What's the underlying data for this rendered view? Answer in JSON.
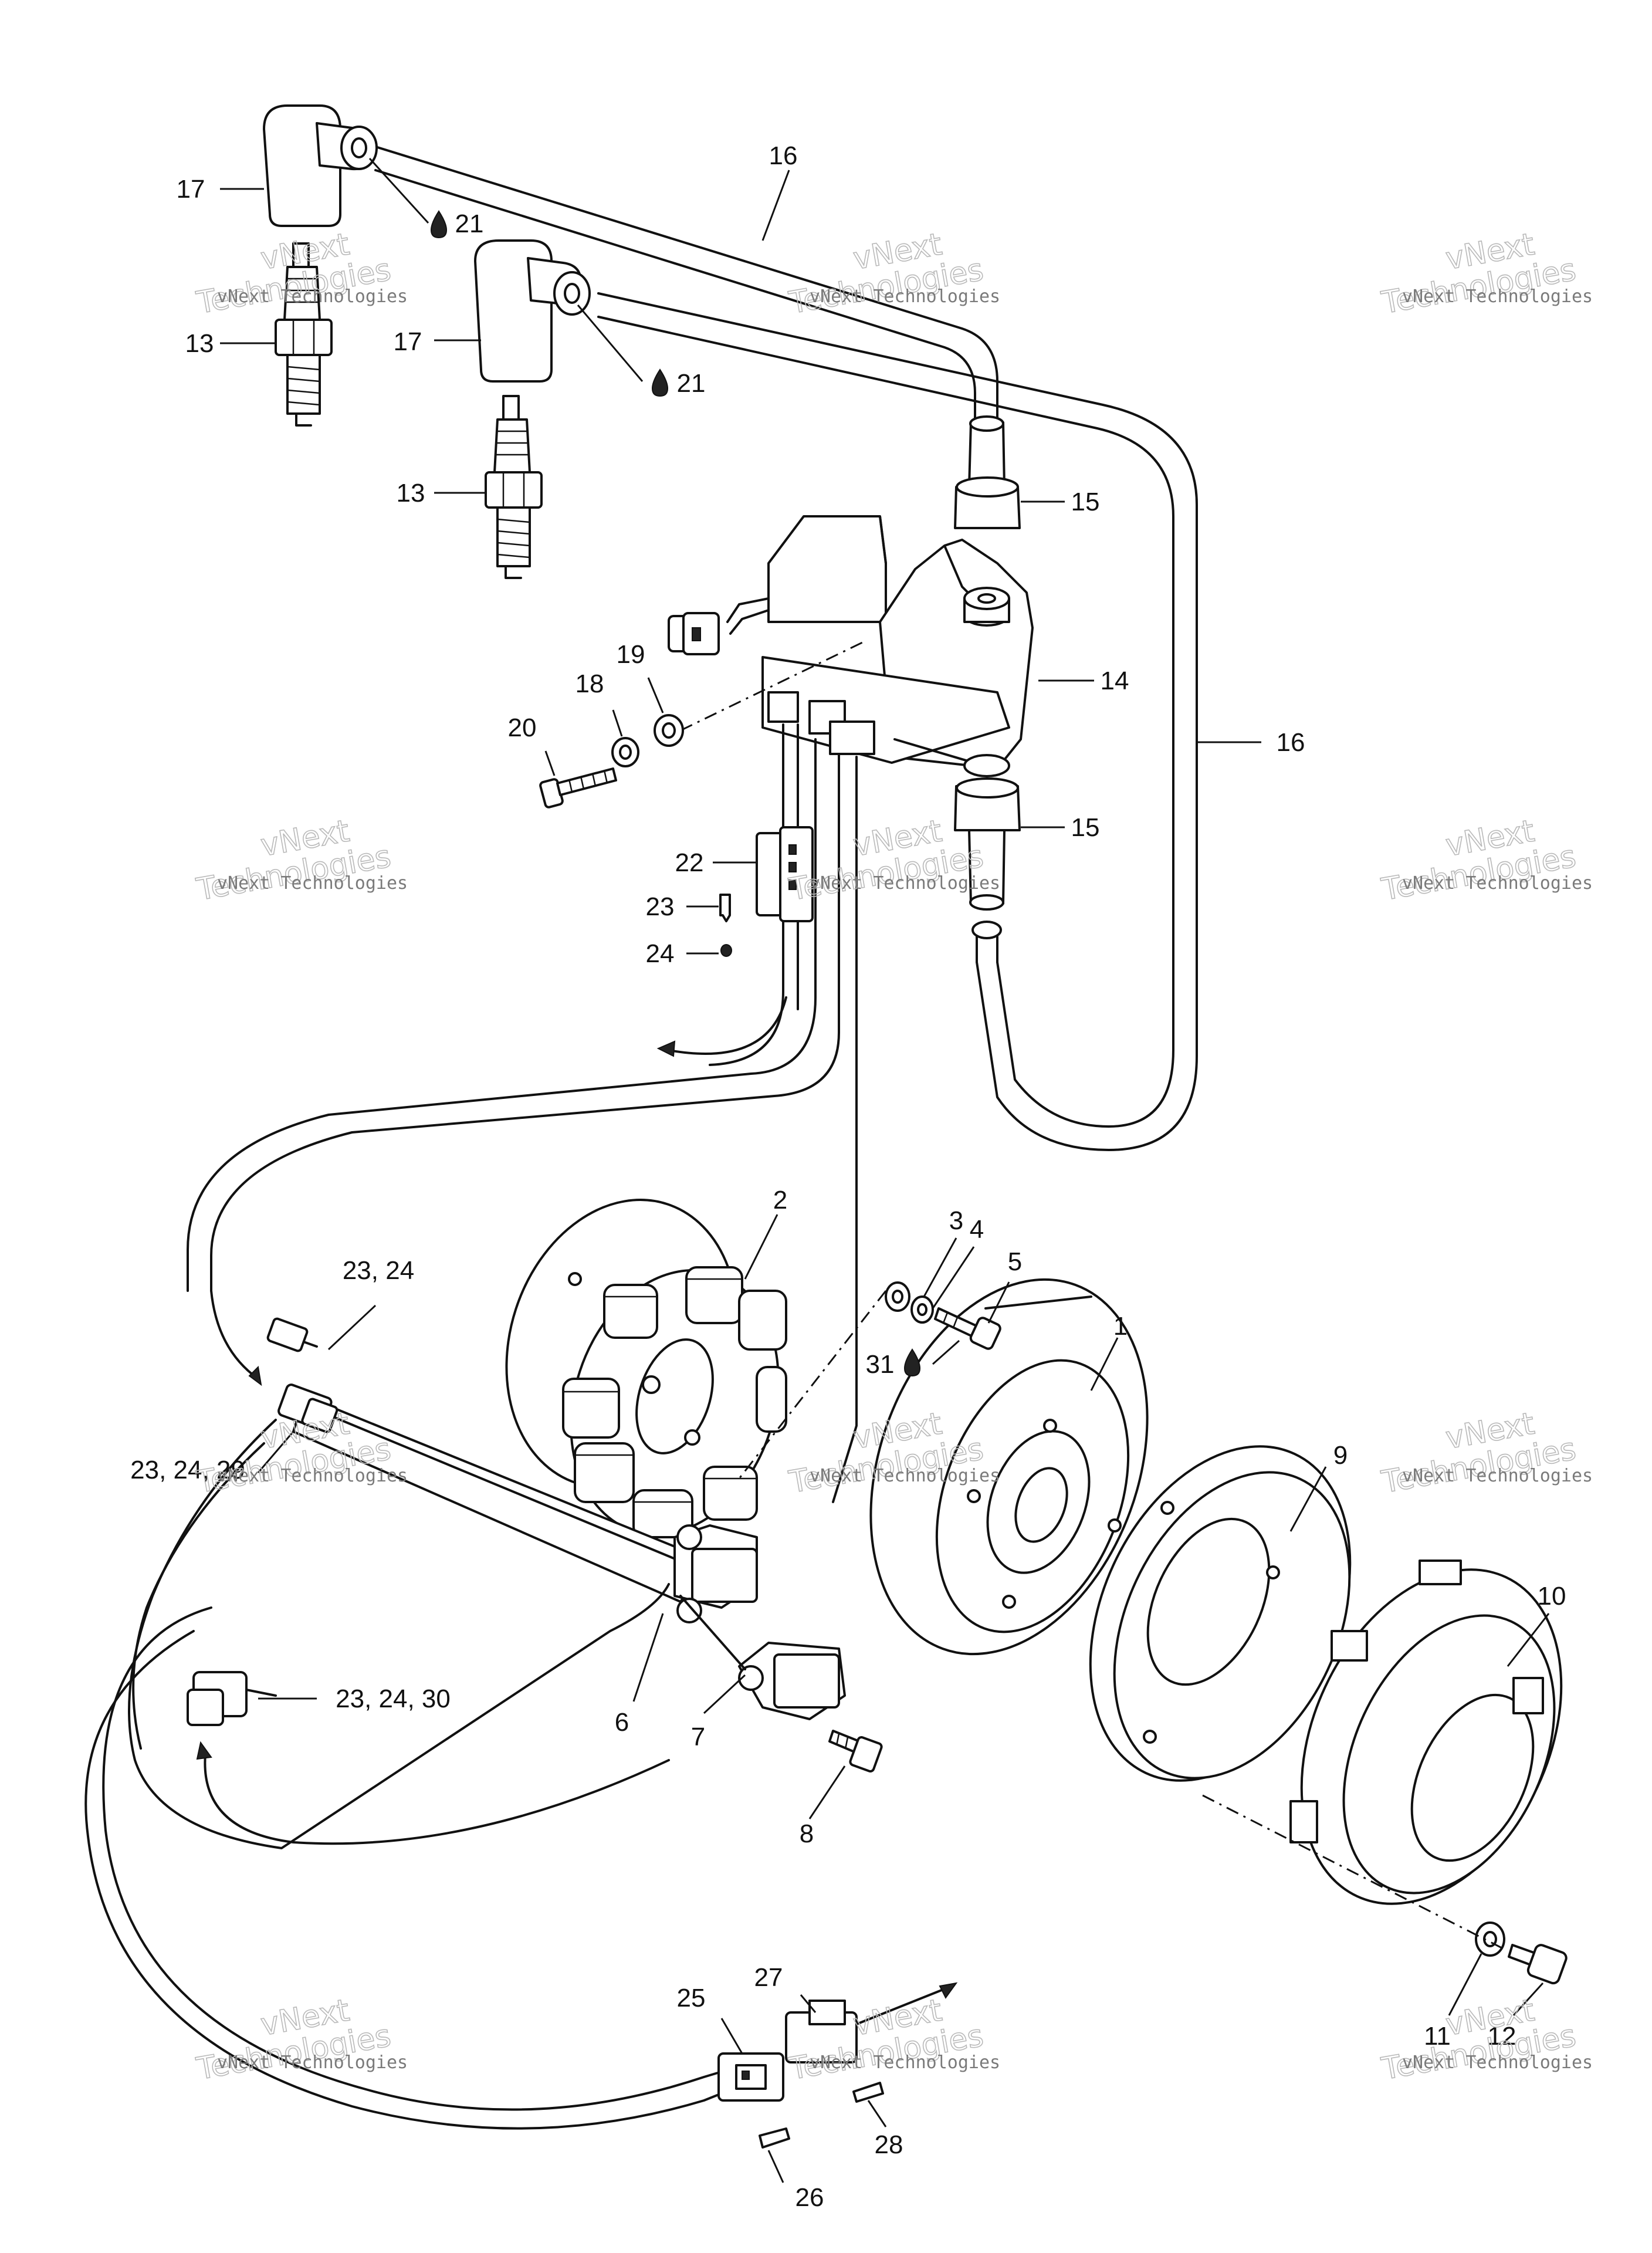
{
  "callouts": [
    {
      "text": "1"
    },
    {
      "text": "2"
    },
    {
      "text": "3"
    },
    {
      "text": "4"
    },
    {
      "text": "5"
    },
    {
      "text": "6"
    },
    {
      "text": "7"
    },
    {
      "text": "8"
    },
    {
      "text": "9"
    },
    {
      "text": "10"
    },
    {
      "text": "11"
    },
    {
      "text": "12"
    },
    {
      "text": "13"
    },
    {
      "text": "13"
    },
    {
      "text": "14"
    },
    {
      "text": "15"
    },
    {
      "text": "15"
    },
    {
      "text": "16"
    },
    {
      "text": "16"
    },
    {
      "text": "17"
    },
    {
      "text": "17"
    },
    {
      "text": "18"
    },
    {
      "text": "19"
    },
    {
      "text": "20"
    },
    {
      "text": "21"
    },
    {
      "text": "21"
    },
    {
      "text": "22"
    },
    {
      "text": "23"
    },
    {
      "text": "24"
    },
    {
      "text": "23, 24"
    },
    {
      "text": "23, 24, 29"
    },
    {
      "text": "23, 24, 30"
    },
    {
      "text": "25"
    },
    {
      "text": "26"
    },
    {
      "text": "27"
    },
    {
      "text": "28"
    },
    {
      "text": "31"
    }
  ],
  "watermark": {
    "line1": "vNext",
    "line2": "Technologies",
    "small": "vNext Technologies"
  },
  "icons": {
    "lubricant": "oil-drop-icon"
  }
}
